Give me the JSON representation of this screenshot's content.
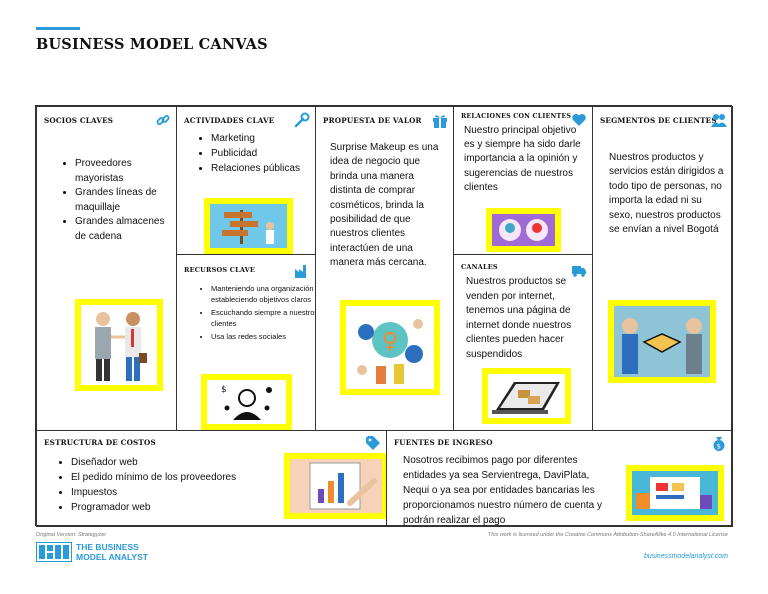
{
  "document": {
    "title": "BUSINESS MODEL CANVAS"
  },
  "partners": {
    "header": "Socios claves",
    "items": [
      "Proveedores mayoristas",
      "Grandes líneas de maquillaje",
      "Grandes almacenes de cadena"
    ]
  },
  "activities": {
    "header": "Actividades clave",
    "items": [
      "Marketing",
      "Publicidad",
      "Relaciones públicas"
    ]
  },
  "resources": {
    "header": "Recursos clave",
    "items": [
      "Manteniendo una organización y estableciendo objetivos claros",
      "Escuchando siempre a nuestros clientes",
      "Usa las redes sociales"
    ]
  },
  "value": {
    "header": "Propuesta de valor",
    "text": "Surprise Makeup es una idea de negocio que brinda una manera distinta de comprar cosméticos, brinda la posibilidad de que nuestros clientes interactúen de una manera más cercana."
  },
  "relationships": {
    "header": "Relaciones con clientes",
    "text": "Nuestro principal objetivo es y siempre ha sido darle importancia a la opinión y sugerencias de nuestros clientes"
  },
  "channels": {
    "header": "Canales",
    "text": "Nuestros productos se venden por internet, tenemos una página de internet donde nuestros clientes pueden hacer suspendidos"
  },
  "segments": {
    "header": "Segmentos de clientes",
    "text": "Nuestros productos y servicios están dirigidos a todo tipo de personas, no importa la edad ni su sexo, nuestros productos se  envían a nivel Bogotá"
  },
  "costs": {
    "header": "Estructura de costos",
    "items": [
      "Diseñador web",
      "El pedido mínimo de los proveedores",
      "Impuestos",
      "Programador web"
    ]
  },
  "revenue": {
    "header": "Fuentes de ingreso",
    "text": "Nosotros recibimos pago por diferentes entidades ya sea Servientrega, DaviPlata, Nequi o ya sea por entidades bancarias les proporcionamos nuestro número de cuenta y podrán realizar el pago"
  },
  "footer": {
    "left": "Original Version: Strategyzer",
    "right": "This work is licensed under the Creative Commons Attribution-ShareAlike 4.0 International License",
    "logo_line1": "THE BUSINESS",
    "logo_line2": "MODEL ANALYST",
    "website": "businessmodelanalyst.com"
  },
  "colors": {
    "accent": "#2a9bd8",
    "highlight": "#ffff00",
    "border": "#333333"
  },
  "icons": [
    "link-icon",
    "wrench-icon",
    "gift-icon",
    "heart-icon",
    "people-icon",
    "factory-icon",
    "truck-icon",
    "tag-icon",
    "money-bag-icon"
  ]
}
